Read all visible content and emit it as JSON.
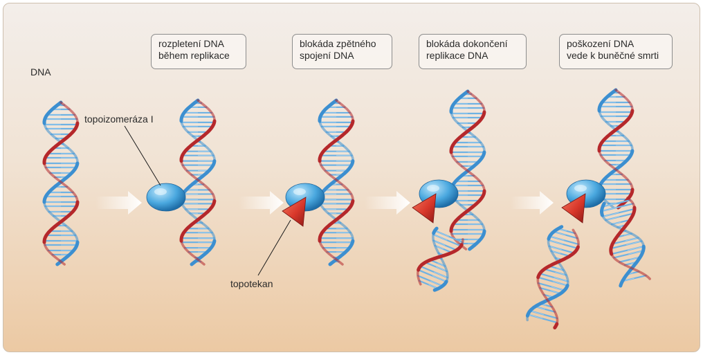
{
  "labels": {
    "dna": "DNA",
    "topoisomerase": "topoizomeráza I",
    "topotecan": "topotekan"
  },
  "steps": [
    {
      "caption": "rozpletení DNA\nběhem replikace"
    },
    {
      "caption": "blokáda zpětného\nspojení DNA"
    },
    {
      "caption": "blokáda dokončení\nreplikace DNA"
    },
    {
      "caption": "poškození DNA\nvede k buněčné smrti"
    }
  ],
  "colors": {
    "blue_strand": "#3c8fd0",
    "red_strand": "#b5282b",
    "enzyme_blue": "#4aa8df",
    "drug_red": "#d9382b",
    "arrow": "#ffffff"
  },
  "icons": [
    "dna-helix",
    "topoisomerase-enzyme",
    "topotecan-drug",
    "process-arrow"
  ]
}
